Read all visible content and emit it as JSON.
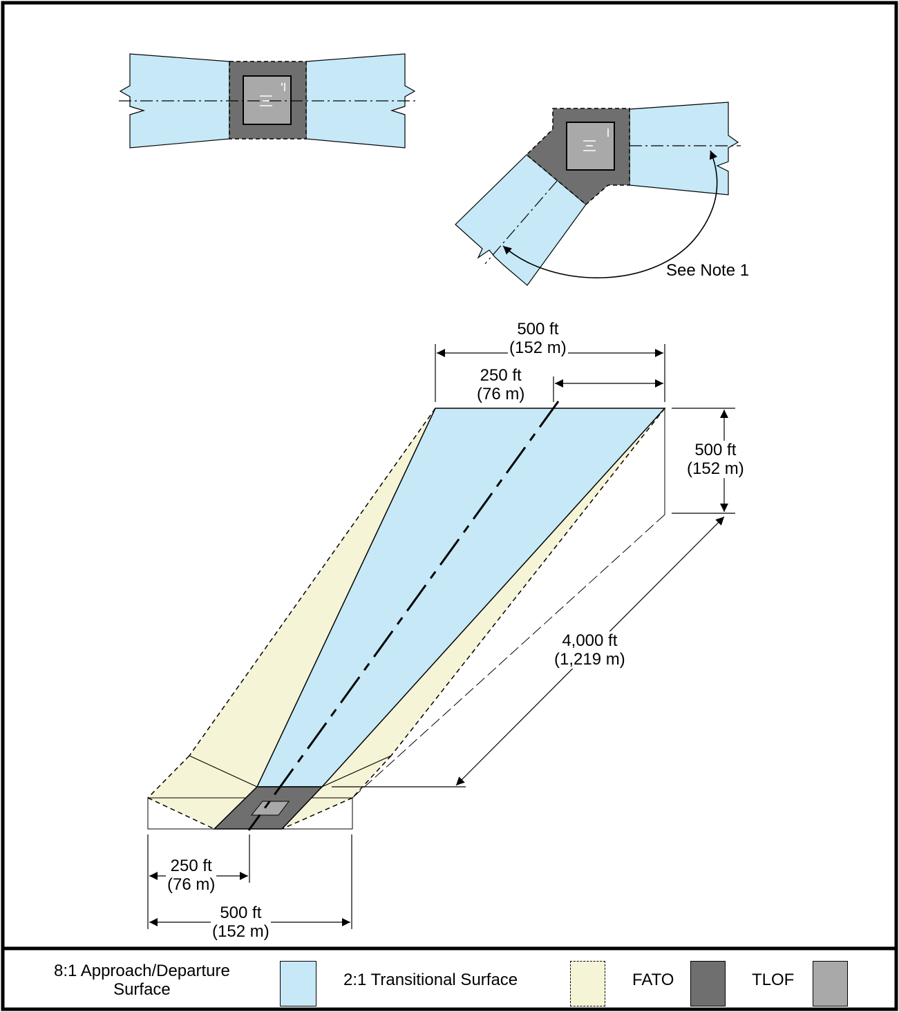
{
  "colors": {
    "approach_surface": "#c6e8f7",
    "transitional_surface": "#f6f4d6",
    "fato": "#6f6f6f",
    "tlof": "#a9a9a9",
    "line": "#000000"
  },
  "icons": {
    "tlof_marking": "heliport-h-marking-icon",
    "arrowhead": "arrowhead-icon"
  },
  "annotations": {
    "see_note": "See Note 1"
  },
  "dimensions": {
    "top_width": {
      "ft": "500 ft",
      "m": "(152 m)"
    },
    "top_half_width": {
      "ft": "250 ft",
      "m": "(76 m)"
    },
    "right_height": {
      "ft": "500 ft",
      "m": "(152 m)"
    },
    "length": {
      "ft": "4,000 ft",
      "m": "(1,219 m)"
    },
    "bottom_half_width": {
      "ft": "250 ft",
      "m": "(76 m)"
    },
    "bottom_width": {
      "ft": "500 ft",
      "m": "(152 m)"
    }
  },
  "legend": [
    {
      "line1": "8:1 Approach/Departure",
      "line2": "Surface",
      "style": "approach"
    },
    {
      "line1": "2:1 Transitional Surface",
      "line2": "",
      "style": "transitional"
    },
    {
      "line1": "FATO",
      "line2": "",
      "style": "fato"
    },
    {
      "line1": "TLOF",
      "line2": "",
      "style": "tlof"
    }
  ]
}
